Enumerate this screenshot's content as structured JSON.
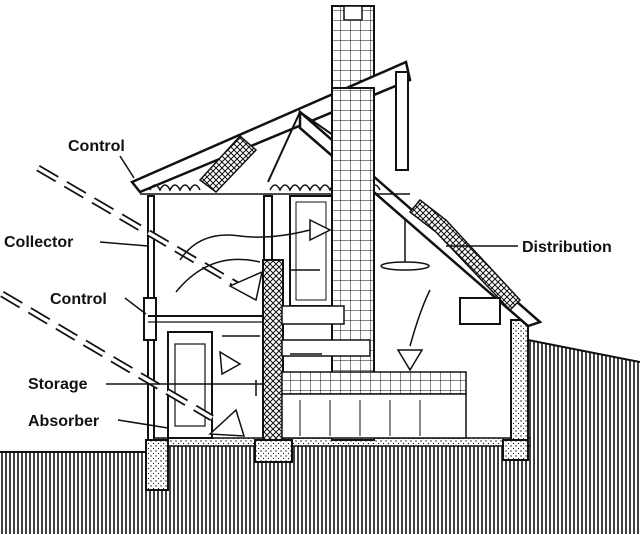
{
  "labels": {
    "control_top": "Control",
    "collector": "Collector",
    "control_mid": "Control",
    "storage": "Storage",
    "absorber": "Absorber",
    "distribution": "Distribution"
  },
  "colors": {
    "ink": "#111111",
    "paper": "#ffffff"
  }
}
